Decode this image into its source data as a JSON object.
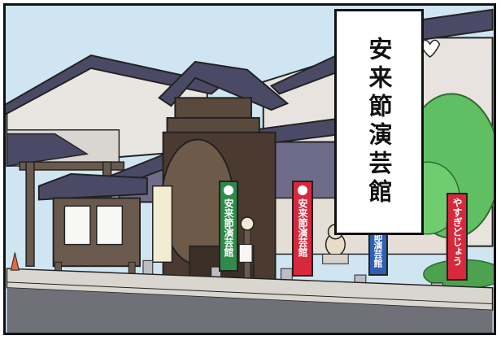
{
  "caption": {
    "title": "安来節演芸館"
  },
  "banners": [
    {
      "text": "安来節演芸館",
      "color": "#2e8b4a"
    },
    {
      "text": "安来節演芸館",
      "color": "#d8283c"
    },
    {
      "text": "節演芸館",
      "color": "#2f5fb5"
    },
    {
      "text": "やすぎどじょう",
      "color": "#d8283c"
    }
  ],
  "colors": {
    "sky": "#cfe6f2",
    "roof": "#4b4a66",
    "wall": "#e6e2dd",
    "tower_wood": "#4a3a30",
    "tree": "#5fbf62",
    "road": "#707079"
  }
}
